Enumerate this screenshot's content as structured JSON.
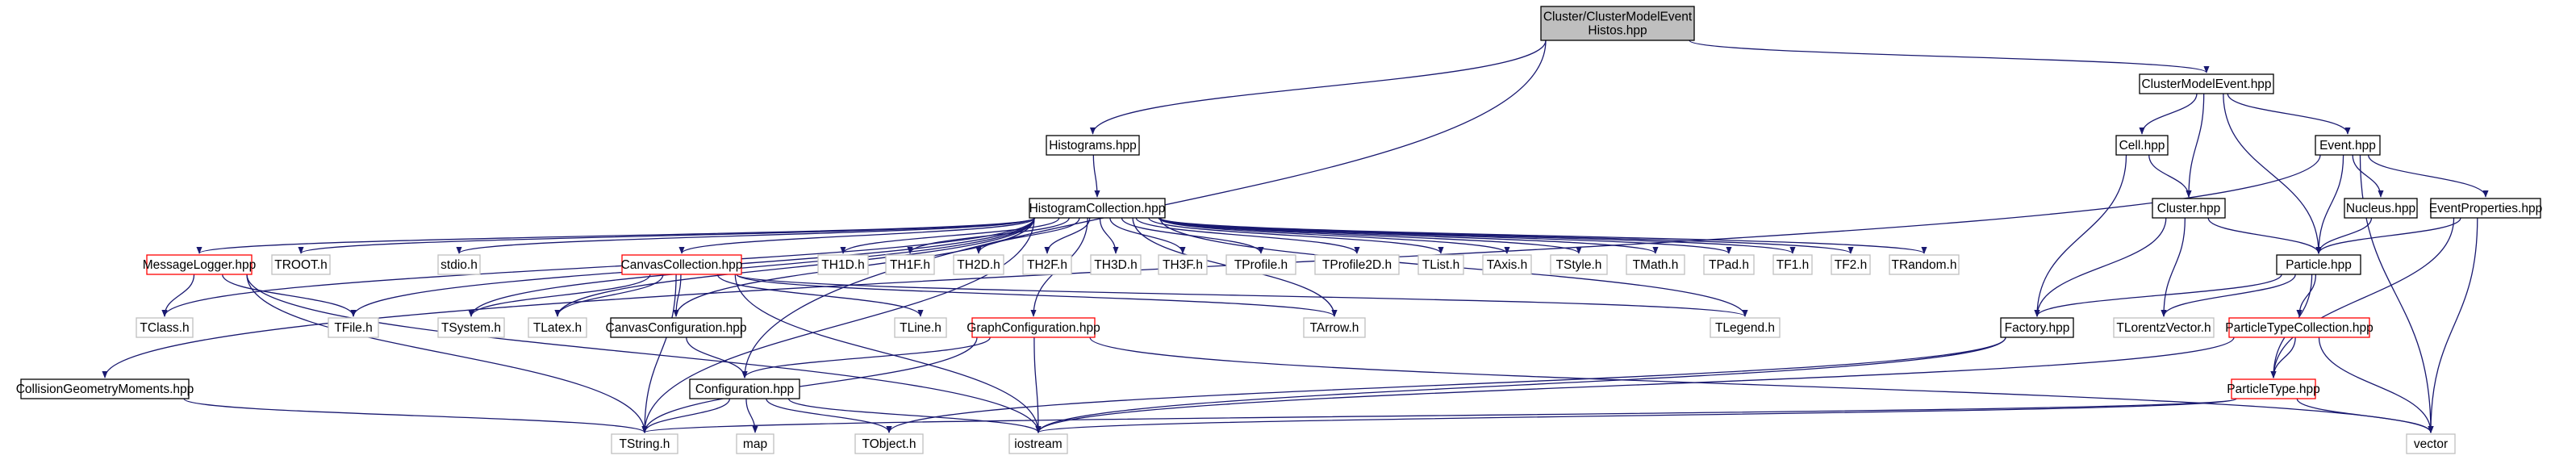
{
  "palette": {
    "edge": "#191970",
    "root_fill": "#bfbfbf",
    "border_documented": "#000000",
    "border_truncated": "#ff0000",
    "border_external": "#bfbfbf",
    "fill": "#ffffff"
  },
  "nodes": {
    "root": {
      "lines": [
        "Cluster/ClusterModelEvent",
        "Histos.hpp"
      ],
      "kind": "root"
    },
    "histograms": {
      "lines": [
        "Histograms.hpp"
      ],
      "kind": "doc"
    },
    "cme": {
      "lines": [
        "ClusterModelEvent.hpp"
      ],
      "kind": "doc"
    },
    "cell": {
      "lines": [
        "Cell.hpp"
      ],
      "kind": "doc"
    },
    "event": {
      "lines": [
        "Event.hpp"
      ],
      "kind": "doc"
    },
    "hc": {
      "lines": [
        "HistogramCollection.hpp"
      ],
      "kind": "doc"
    },
    "cluster": {
      "lines": [
        "Cluster.hpp"
      ],
      "kind": "doc"
    },
    "nucleus": {
      "lines": [
        "Nucleus.hpp"
      ],
      "kind": "doc"
    },
    "eventprops": {
      "lines": [
        "EventProperties.hpp"
      ],
      "kind": "doc"
    },
    "msglog": {
      "lines": [
        "MessageLogger.hpp"
      ],
      "kind": "trunc"
    },
    "troot": {
      "lines": [
        "TROOT.h"
      ],
      "kind": "ext"
    },
    "stdio": {
      "lines": [
        "stdio.h"
      ],
      "kind": "ext"
    },
    "canvascoll": {
      "lines": [
        "CanvasCollection.hpp"
      ],
      "kind": "trunc"
    },
    "th1d": {
      "lines": [
        "TH1D.h"
      ],
      "kind": "ext"
    },
    "th1f": {
      "lines": [
        "TH1F.h"
      ],
      "kind": "ext"
    },
    "th2d": {
      "lines": [
        "TH2D.h"
      ],
      "kind": "ext"
    },
    "th2f": {
      "lines": [
        "TH2F.h"
      ],
      "kind": "ext"
    },
    "th3d": {
      "lines": [
        "TH3D.h"
      ],
      "kind": "ext"
    },
    "th3f": {
      "lines": [
        "TH3F.h"
      ],
      "kind": "ext"
    },
    "tprofile": {
      "lines": [
        "TProfile.h"
      ],
      "kind": "ext"
    },
    "tprofile2d": {
      "lines": [
        "TProfile2D.h"
      ],
      "kind": "ext"
    },
    "tlist": {
      "lines": [
        "TList.h"
      ],
      "kind": "ext"
    },
    "taxis": {
      "lines": [
        "TAxis.h"
      ],
      "kind": "ext"
    },
    "tstyle": {
      "lines": [
        "TStyle.h"
      ],
      "kind": "ext"
    },
    "tmath": {
      "lines": [
        "TMath.h"
      ],
      "kind": "ext"
    },
    "tpad": {
      "lines": [
        "TPad.h"
      ],
      "kind": "ext"
    },
    "tf1": {
      "lines": [
        "TF1.h"
      ],
      "kind": "ext"
    },
    "tf2": {
      "lines": [
        "TF2.h"
      ],
      "kind": "ext"
    },
    "trandom": {
      "lines": [
        "TRandom.h"
      ],
      "kind": "ext"
    },
    "particle": {
      "lines": [
        "Particle.hpp"
      ],
      "kind": "doc"
    },
    "tclass": {
      "lines": [
        "TClass.h"
      ],
      "kind": "ext"
    },
    "tfile": {
      "lines": [
        "TFile.h"
      ],
      "kind": "ext"
    },
    "tsystem": {
      "lines": [
        "TSystem.h"
      ],
      "kind": "ext"
    },
    "tlatex": {
      "lines": [
        "TLatex.h"
      ],
      "kind": "ext"
    },
    "canvasconf": {
      "lines": [
        "CanvasConfiguration.hpp"
      ],
      "kind": "doc"
    },
    "tline": {
      "lines": [
        "TLine.h"
      ],
      "kind": "ext"
    },
    "graphconf": {
      "lines": [
        "GraphConfiguration.hpp"
      ],
      "kind": "trunc"
    },
    "tarrow": {
      "lines": [
        "TArrow.h"
      ],
      "kind": "ext"
    },
    "tlegend": {
      "lines": [
        "TLegend.h"
      ],
      "kind": "ext"
    },
    "factory": {
      "lines": [
        "Factory.hpp"
      ],
      "kind": "doc"
    },
    "tlorentz": {
      "lines": [
        "TLorentzVector.h"
      ],
      "kind": "ext"
    },
    "ptc": {
      "lines": [
        "ParticleTypeCollection.hpp"
      ],
      "kind": "trunc"
    },
    "cgm": {
      "lines": [
        "CollisionGeometryMoments.hpp"
      ],
      "kind": "doc"
    },
    "config": {
      "lines": [
        "Configuration.hpp"
      ],
      "kind": "doc"
    },
    "ptype": {
      "lines": [
        "ParticleType.hpp"
      ],
      "kind": "trunc"
    },
    "tstring": {
      "lines": [
        "TString.h"
      ],
      "kind": "ext"
    },
    "map": {
      "lines": [
        "map"
      ],
      "kind": "ext"
    },
    "tobject": {
      "lines": [
        "TObject.h"
      ],
      "kind": "ext"
    },
    "iostream": {
      "lines": [
        "iostream"
      ],
      "kind": "ext"
    },
    "vector": {
      "lines": [
        "vector"
      ],
      "kind": "ext"
    }
  },
  "edges": [
    [
      "root",
      "histograms"
    ],
    [
      "root",
      "cme"
    ],
    [
      "histograms",
      "hc"
    ],
    [
      "cme",
      "cell"
    ],
    [
      "cme",
      "cluster"
    ],
    [
      "cme",
      "event"
    ],
    [
      "cme",
      "particle"
    ],
    [
      "cell",
      "cluster"
    ],
    [
      "cell",
      "factory"
    ],
    [
      "event",
      "cgm"
    ],
    [
      "event",
      "nucleus"
    ],
    [
      "event",
      "eventprops"
    ],
    [
      "event",
      "particle"
    ],
    [
      "event",
      "vector"
    ],
    [
      "nucleus",
      "particle"
    ],
    [
      "eventprops",
      "particle"
    ],
    [
      "eventprops",
      "ptype"
    ],
    [
      "eventprops",
      "vector"
    ],
    [
      "hc",
      "msglog"
    ],
    [
      "hc",
      "troot"
    ],
    [
      "hc",
      "stdio"
    ],
    [
      "hc",
      "canvascoll"
    ],
    [
      "hc",
      "th1d"
    ],
    [
      "hc",
      "th1f"
    ],
    [
      "hc",
      "th2d"
    ],
    [
      "hc",
      "th2f"
    ],
    [
      "hc",
      "th3d"
    ],
    [
      "hc",
      "th3f"
    ],
    [
      "hc",
      "tprofile"
    ],
    [
      "hc",
      "tprofile2d"
    ],
    [
      "hc",
      "tlist"
    ],
    [
      "hc",
      "taxis"
    ],
    [
      "hc",
      "tstyle"
    ],
    [
      "hc",
      "tmath"
    ],
    [
      "hc",
      "tpad"
    ],
    [
      "hc",
      "tf1"
    ],
    [
      "hc",
      "tf2"
    ],
    [
      "hc",
      "trandom"
    ],
    [
      "hc",
      "tclass"
    ],
    [
      "hc",
      "tfile"
    ],
    [
      "hc",
      "tsystem"
    ],
    [
      "hc",
      "tlatex"
    ],
    [
      "hc",
      "canvasconf"
    ],
    [
      "hc",
      "graphconf"
    ],
    [
      "hc",
      "tarrow"
    ],
    [
      "hc",
      "tlegend"
    ],
    [
      "hc",
      "tstring"
    ],
    [
      "cluster",
      "particle"
    ],
    [
      "cluster",
      "factory"
    ],
    [
      "cluster",
      "tlorentz"
    ],
    [
      "particle",
      "factory"
    ],
    [
      "particle",
      "tlorentz"
    ],
    [
      "particle",
      "ptc"
    ],
    [
      "particle",
      "ptype"
    ],
    [
      "msglog",
      "tclass"
    ],
    [
      "msglog",
      "tfile"
    ],
    [
      "msglog",
      "tstring"
    ],
    [
      "msglog",
      "iostream"
    ],
    [
      "canvascoll",
      "tsystem"
    ],
    [
      "canvascoll",
      "tlatex"
    ],
    [
      "canvascoll",
      "canvasconf"
    ],
    [
      "canvascoll",
      "tline"
    ],
    [
      "canvascoll",
      "tarrow"
    ],
    [
      "canvascoll",
      "tlegend"
    ],
    [
      "canvascoll",
      "tstring"
    ],
    [
      "canvascoll",
      "iostream"
    ],
    [
      "canvasconf",
      "config"
    ],
    [
      "graphconf",
      "config"
    ],
    [
      "graphconf",
      "tstring"
    ],
    [
      "graphconf",
      "iostream"
    ],
    [
      "graphconf",
      "vector"
    ],
    [
      "factory",
      "tobject"
    ],
    [
      "factory",
      "iostream"
    ],
    [
      "ptc",
      "ptype"
    ],
    [
      "ptc",
      "iostream"
    ],
    [
      "ptc",
      "vector"
    ],
    [
      "cgm",
      "tstring"
    ],
    [
      "config",
      "tstring"
    ],
    [
      "config",
      "map"
    ],
    [
      "config",
      "tobject"
    ],
    [
      "config",
      "iostream"
    ],
    [
      "ptype",
      "tstring"
    ],
    [
      "ptype",
      "iostream"
    ],
    [
      "ptype",
      "vector"
    ],
    [
      "root",
      "config"
    ]
  ]
}
